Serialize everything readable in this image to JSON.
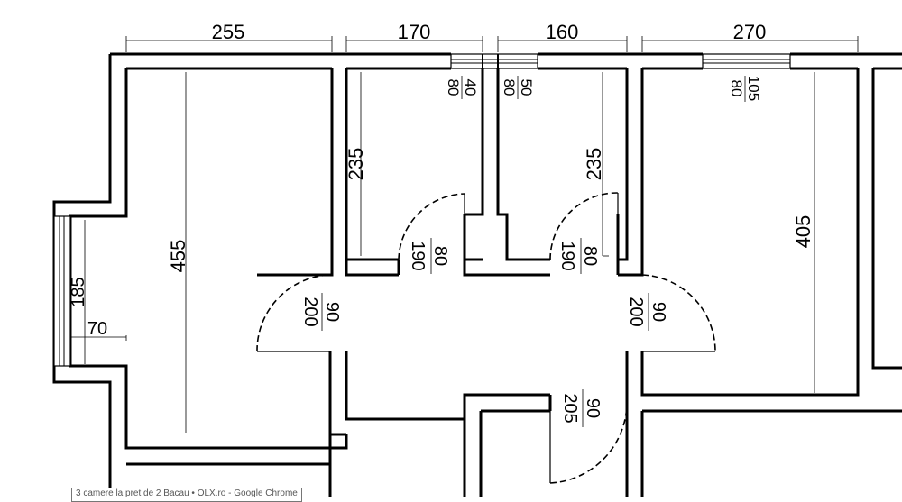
{
  "dimensions": {
    "top": [
      "255",
      "170",
      "160",
      "270"
    ],
    "room1_height": "455",
    "bath1_height": "235",
    "bath2_height": "235",
    "room4_height": "405",
    "balcony_height": "185",
    "balcony_depth": "70"
  },
  "windows": [
    {
      "top": "40",
      "bottom": "80"
    },
    {
      "top": "50",
      "bottom": "80"
    },
    {
      "top": "105",
      "bottom": "80"
    }
  ],
  "doors": [
    {
      "top": "80",
      "bottom": "190"
    },
    {
      "top": "80",
      "bottom": "190"
    },
    {
      "top": "90",
      "bottom": "200"
    },
    {
      "top": "90",
      "bottom": "200"
    },
    {
      "top": "90",
      "bottom": "205"
    }
  ],
  "tooltip": "3 camere la pret de 2 Bacau • OLX.ro - Google Chrome"
}
